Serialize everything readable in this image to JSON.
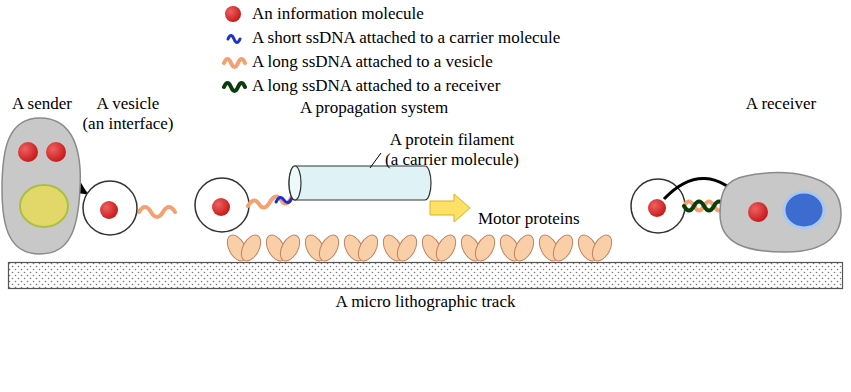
{
  "diagram": {
    "nodes": [
      {
        "text": [
          "A sender"
        ]
      },
      {
        "text": [
          "A vesicle (an interface)"
        ]
      },
      {
        "text": [
          "A protein filament (a carrier molecule)"
        ]
      },
      {
        "text": [
          "A receiver"
        ]
      },
      {
        "text": [
          "A micro lithographic track"
        ]
      }
    ],
    "edges": [
      {
        "from": 0,
        "to": 1,
        "arrow": "to"
      }
    ],
    "labels": [
      "A propagation system",
      "Motor proteins"
    ],
    "legend": [
      {
        "text": "An information molecule"
      },
      {
        "text": "A short ssDNA attached to a carrier molecule"
      },
      {
        "text": "A long ssDNA attached to a vesicle"
      },
      {
        "text": "A long ssDNA attached to a receiver"
      }
    ]
  }
}
